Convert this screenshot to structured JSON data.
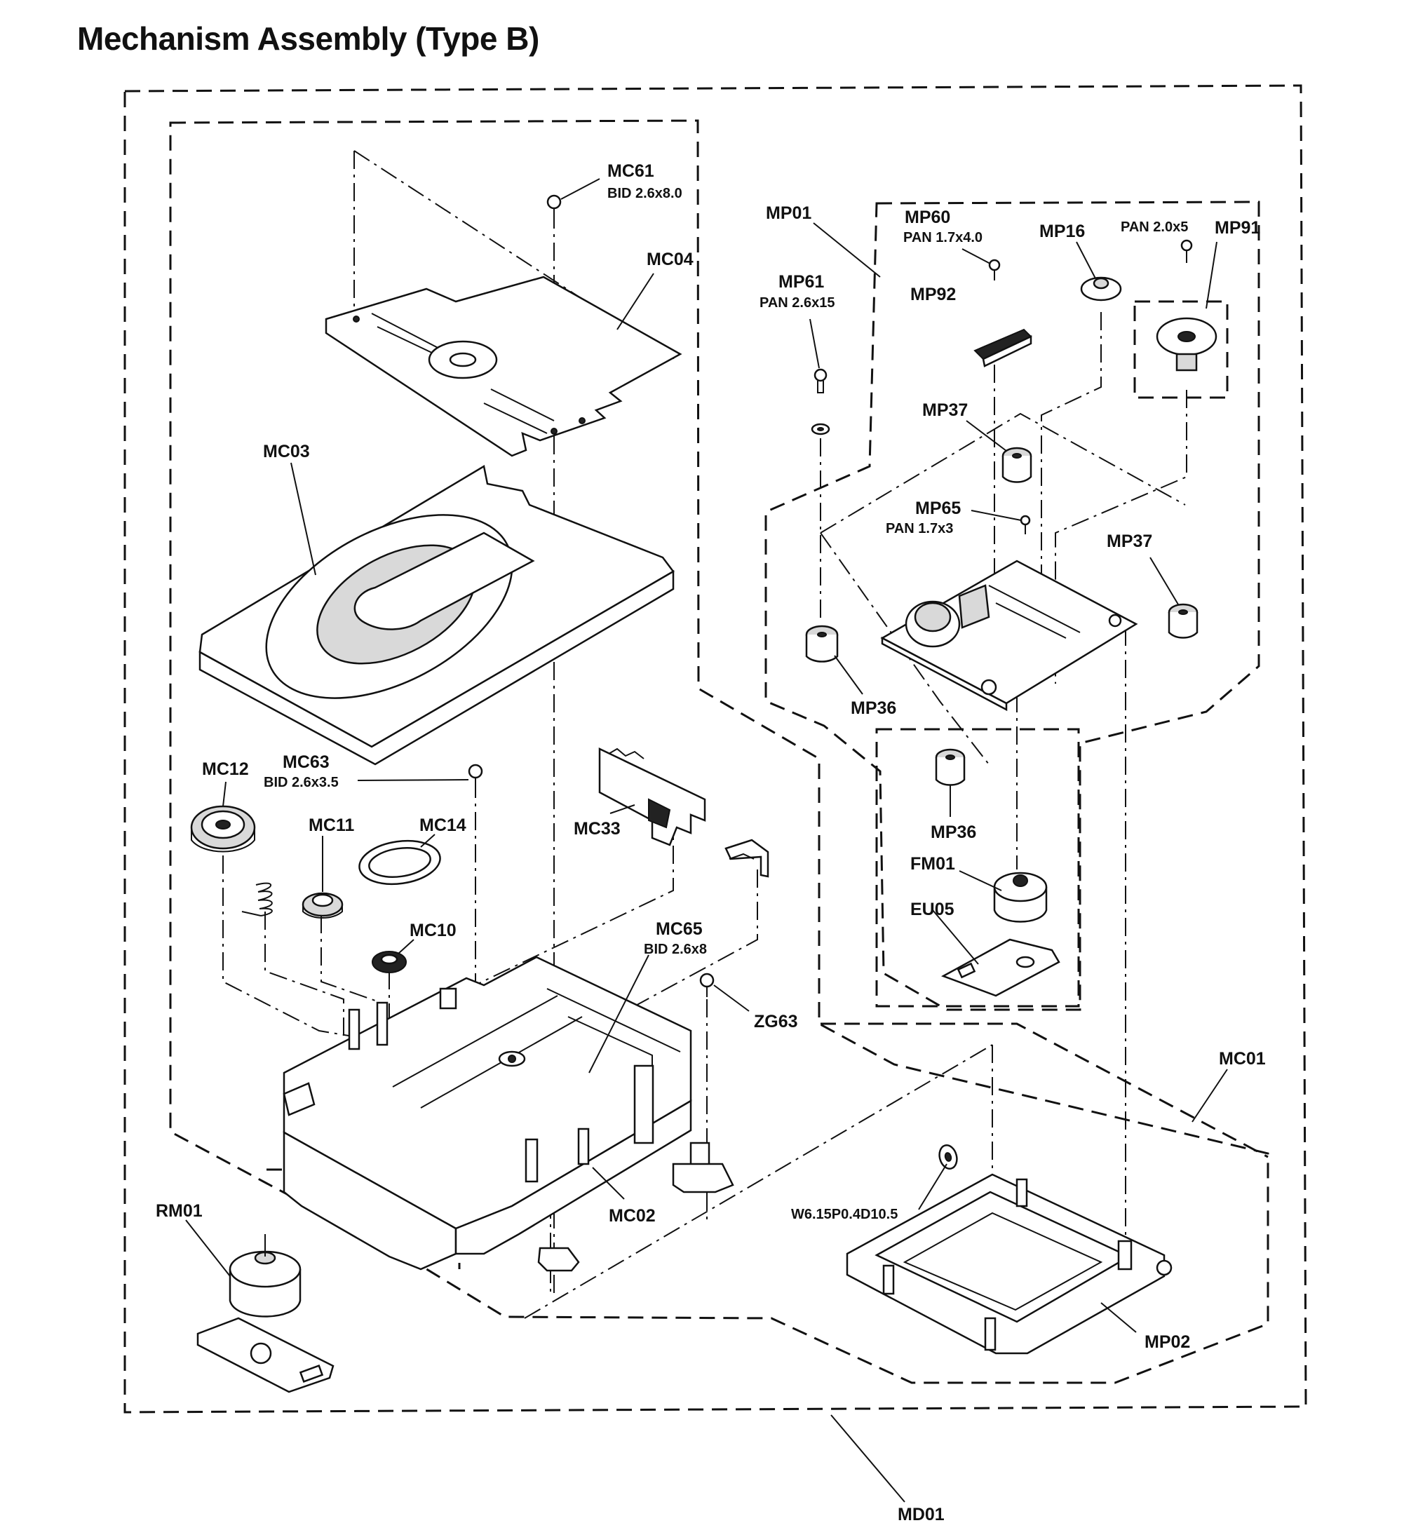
{
  "title": "Mechanism Assembly (Type B)",
  "parts": {
    "MC61": "MC61",
    "MC61_spec": "BID 2.6x8.0",
    "MC04": "MC04",
    "MC03": "MC03",
    "MC12": "MC12",
    "MC63": "MC63",
    "MC63_spec": "BID 2.6x3.5",
    "MC11": "MC11",
    "MC14": "MC14",
    "MC10": "MC10",
    "MC33": "MC33",
    "MC65": "MC65",
    "MC65_spec": "BID 2.6x8",
    "ZG63": "ZG63",
    "MC02": "MC02",
    "RM01": "RM01",
    "MP01": "MP01",
    "MP60": "MP60",
    "MP60_spec": "PAN 1.7x4.0",
    "MP16": "MP16",
    "MP91_spec": "PAN 2.0x5",
    "MP91": "MP91",
    "MP61": "MP61",
    "MP61_spec": "PAN 2.6x15",
    "MP92": "MP92",
    "MP37a": "MP37",
    "MP65": "MP65",
    "MP65_spec": "PAN 1.7x3",
    "MP37b": "MP37",
    "MP36a": "MP36",
    "MP36b": "MP36",
    "FM01": "FM01",
    "EU05": "EU05",
    "MC01": "MC01",
    "W615": "W6.15P0.4D10.5",
    "MP02": "MP02",
    "MD01": "MD01"
  }
}
